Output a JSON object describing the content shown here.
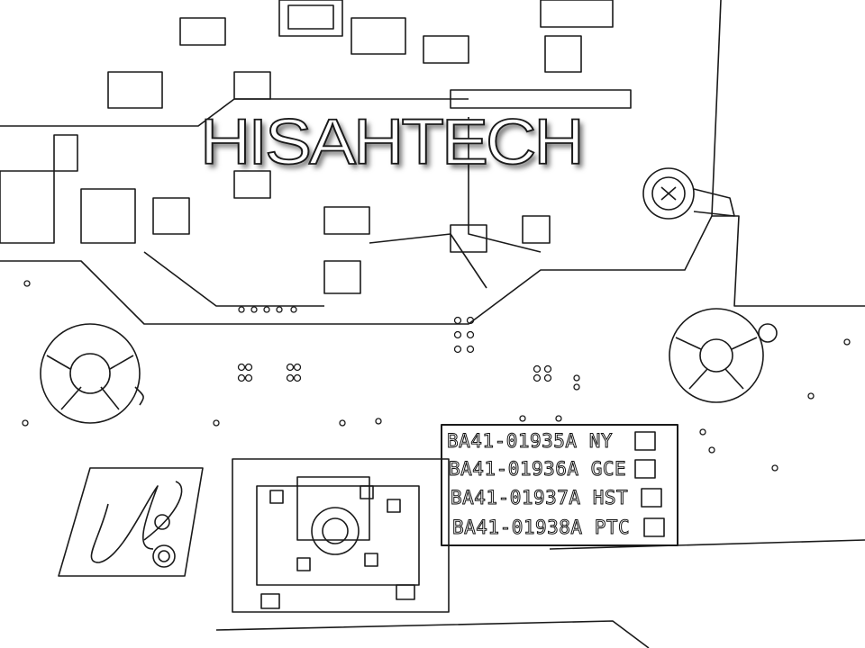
{
  "watermark": {
    "text": "HISAHTECH"
  },
  "part_label": {
    "rows": [
      {
        "code": "BA41-01935A",
        "variant": "NY"
      },
      {
        "code": "BA41-01936A",
        "variant": "GCE"
      },
      {
        "code": "BA41-01937A",
        "variant": "HST"
      },
      {
        "code": "BA41-01938A",
        "variant": "PTC"
      }
    ]
  },
  "colors": {
    "ink": "#1a1a1a",
    "paper": "#ffffff"
  }
}
